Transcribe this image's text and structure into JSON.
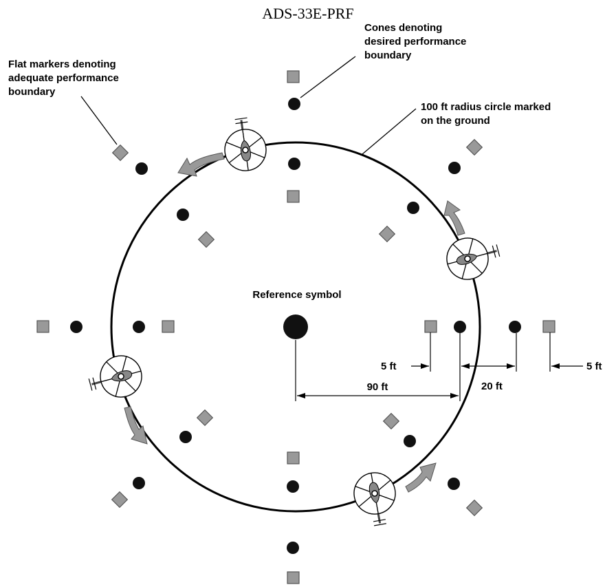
{
  "header": {
    "title": "ADS-33E-PRF"
  },
  "labels": {
    "flat_markers": [
      "Flat markers denoting",
      "adequate performance",
      "boundary"
    ],
    "cones": [
      "Cones denoting",
      "desired performance",
      "boundary"
    ],
    "circle": [
      "100 ft radius circle marked",
      "on the ground"
    ],
    "reference": "Reference symbol"
  },
  "dimensions": {
    "inner_offset": "5 ft",
    "radius": "90 ft",
    "band": "20 ft",
    "outer_offset": "5 ft"
  },
  "icons": {
    "cone": "black-dot",
    "flat_marker": "gray-square",
    "helicopter": "helicopter-top-view",
    "direction": "curved-arrow"
  },
  "colors": {
    "cone": "#111111",
    "marker": "#999999",
    "line": "#000000"
  }
}
